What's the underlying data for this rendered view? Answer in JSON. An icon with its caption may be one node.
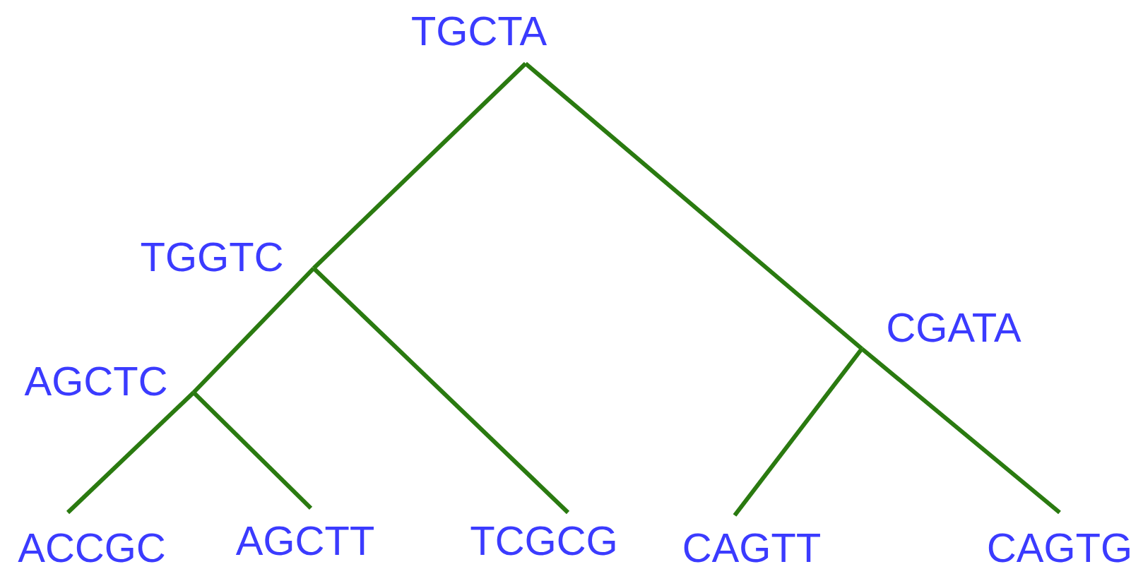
{
  "diagram": {
    "nodes": [
      {
        "text": [
          "TGCTA"
        ]
      },
      {
        "text": [
          "TGGTC"
        ]
      },
      {
        "text": [
          "CGATA"
        ]
      },
      {
        "text": [
          "AGCTC"
        ]
      },
      {
        "text": [
          "ACCGC"
        ]
      },
      {
        "text": [
          "AGCTT"
        ]
      },
      {
        "text": [
          "TCGCG"
        ]
      },
      {
        "text": [
          "CAGTT"
        ]
      },
      {
        "text": [
          "CAGTG"
        ]
      }
    ],
    "edges": [
      {
        "from": 0,
        "to": 1,
        "arrow": "none"
      },
      {
        "from": 0,
        "to": 2,
        "arrow": "none"
      },
      {
        "from": 1,
        "to": 3,
        "arrow": "none"
      },
      {
        "from": 1,
        "to": 6,
        "arrow": "none"
      },
      {
        "from": 3,
        "to": 4,
        "arrow": "none"
      },
      {
        "from": 3,
        "to": 5,
        "arrow": "none"
      },
      {
        "from": 2,
        "to": 7,
        "arrow": "none"
      },
      {
        "from": 2,
        "to": 8,
        "arrow": "none"
      }
    ]
  }
}
